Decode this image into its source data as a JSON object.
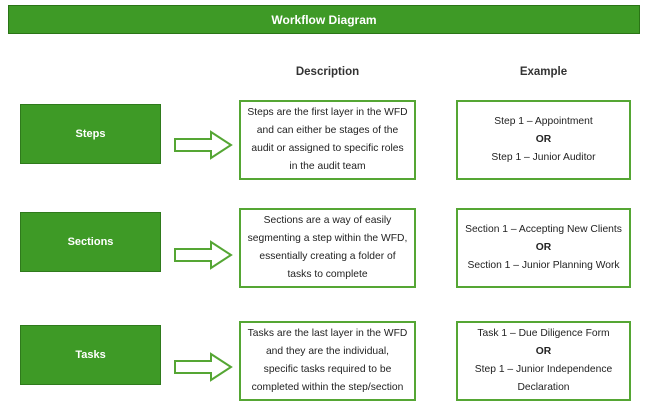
{
  "title": "Workflow Diagram",
  "headers": {
    "description": "Description",
    "example": "Example"
  },
  "rows": [
    {
      "label": "Steps",
      "description": [
        "Steps are the first layer in the WFD",
        "and can either be stages of the",
        "audit or assigned to specific roles",
        "in the audit team"
      ],
      "example": [
        "Step 1 – Appointment",
        "OR",
        "Step 1 – Junior Auditor"
      ]
    },
    {
      "label": "Sections",
      "description": [
        "Sections are a way of easily",
        "segmenting a step within the WFD,",
        "essentially creating a folder of",
        "tasks to complete"
      ],
      "example": [
        "Section 1 – Accepting New Clients",
        "OR",
        "Section 1 – Junior Planning Work"
      ]
    },
    {
      "label": "Tasks",
      "description": [
        "Tasks are the last layer in the WFD",
        "and they are the individual,",
        "specific tasks required to be",
        "completed within the step/section"
      ],
      "example": [
        "Task 1 – Due Diligence Form",
        "OR",
        "Step 1 – Junior Independence",
        "Declaration"
      ]
    }
  ],
  "colors": {
    "green": "#3e9a26",
    "border": "#55a634"
  }
}
